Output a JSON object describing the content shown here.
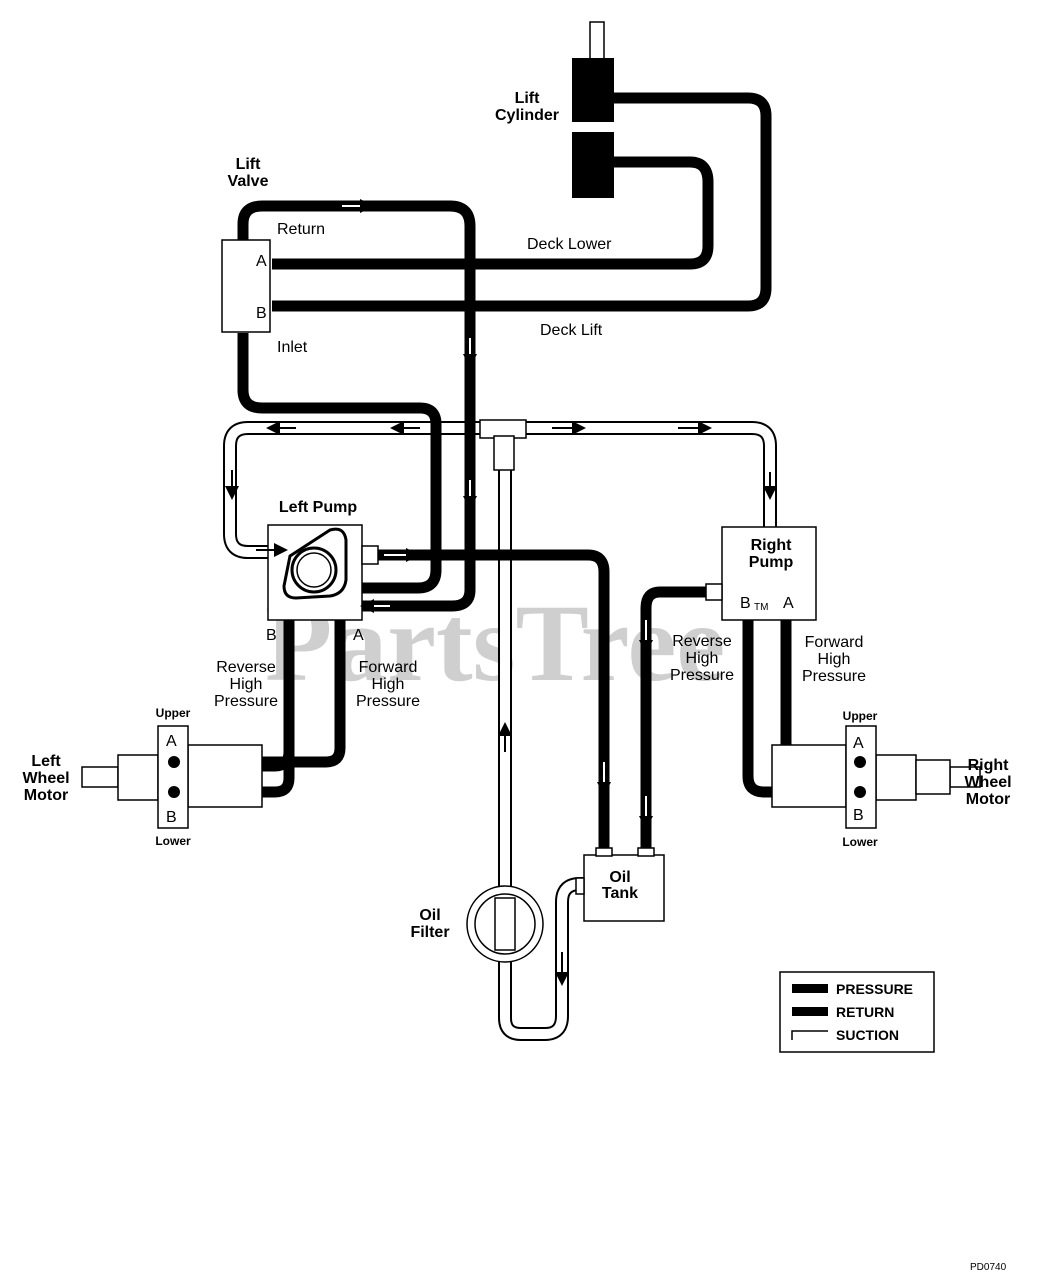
{
  "components": {
    "lift_cylinder": [
      "Lift",
      "Cylinder"
    ],
    "lift_valve": [
      "Lift",
      "Valve"
    ],
    "left_pump": "Left Pump",
    "right_pump": [
      "Right",
      "Pump"
    ],
    "oil_tank": [
      "Oil",
      "Tank"
    ],
    "oil_filter": [
      "Oil",
      "Filter"
    ],
    "left_wheel_motor": [
      "Left",
      "Wheel",
      "Motor"
    ],
    "right_wheel_motor": [
      "Right",
      "Wheel",
      "Motor"
    ]
  },
  "line_labels": {
    "return": "Return",
    "inlet": "Inlet",
    "deck_lower": "Deck Lower",
    "deck_lift": "Deck Lift",
    "reverse_high_pressure": [
      "Reverse",
      "High",
      "Pressure"
    ],
    "forward_high_pressure": [
      "Forward",
      "High",
      "Pressure"
    ]
  },
  "ports": {
    "a": "A",
    "b": "B",
    "upper": "Upper",
    "lower": "Lower",
    "tm": "TM"
  },
  "legend": {
    "pressure": "PRESSURE",
    "return": "RETURN",
    "suction": "SUCTION"
  },
  "watermark": "PartsTree",
  "figure_code": "PD0740",
  "colors": {
    "pressure_line": "#000000",
    "return_line": "#000000",
    "suction_line": "#ffffff",
    "watermark": "#cfcfcf"
  }
}
